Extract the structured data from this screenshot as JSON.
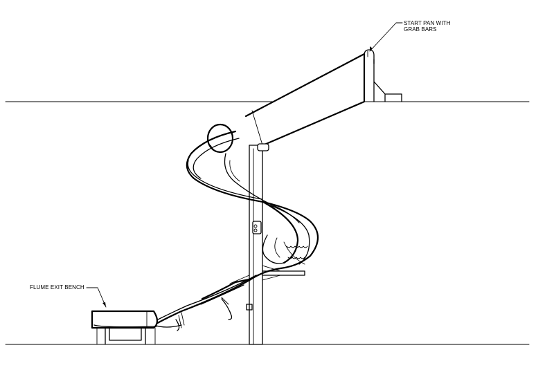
{
  "labels": {
    "start_pan": {
      "line1": "START PAN WITH",
      "line2": "GRAB BARS"
    },
    "exit_bench": "FLUME EXIT BENCH"
  },
  "colors": {
    "line": "#000000",
    "background": "#ffffff"
  }
}
